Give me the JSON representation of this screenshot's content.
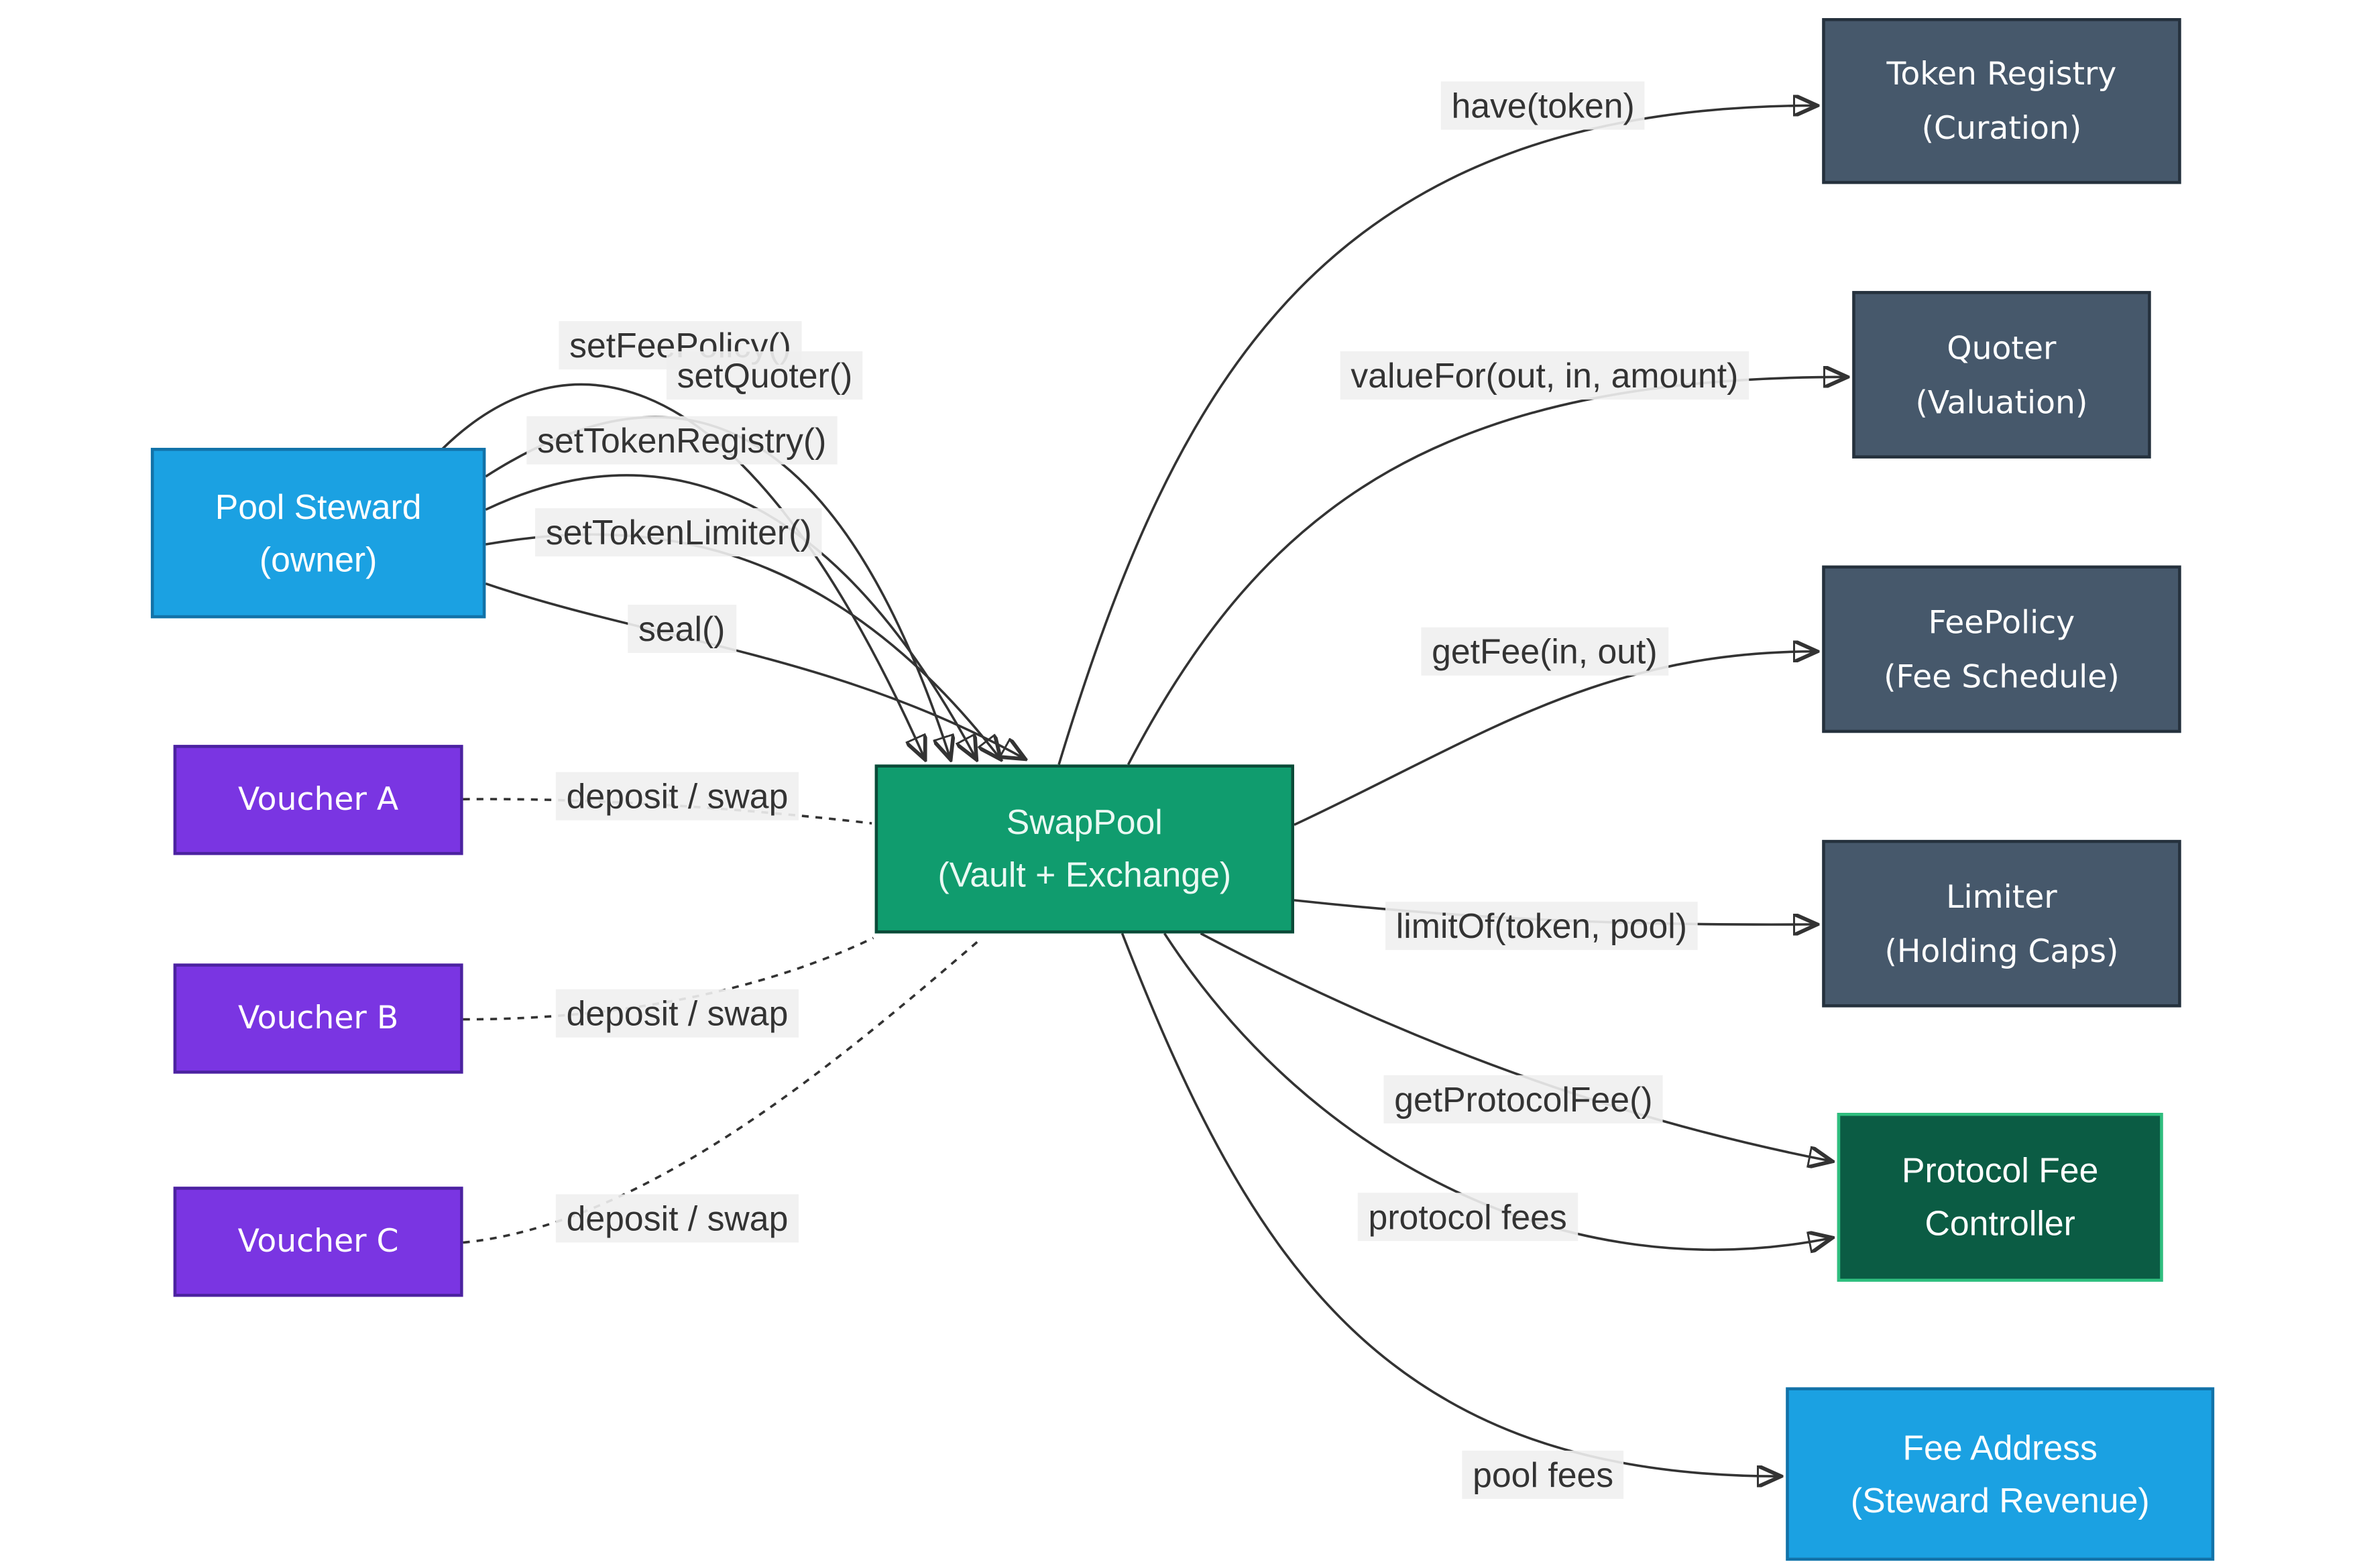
{
  "diagram_type": "architecture-flow-diagram",
  "colors": {
    "steward_blue": "#1BA1E2",
    "steward_border": "#1272A8",
    "voucher_purple": "#7A35E2",
    "voucher_border": "#4B22A0",
    "swap_green": "#109C6E",
    "swap_border": "#0B4A38",
    "module_slate": "#46586B",
    "module_border": "#25313D",
    "controller_fill": "#0B5C44",
    "controller_border": "#2FBF7F",
    "fee_address_blue": "#1BA1E2",
    "edge": "#333333",
    "label_bg": "rgba(239,239,239,0.9)",
    "label_text": "#333333",
    "node_text": "#FFFFFF",
    "background": "#FFFFFF"
  },
  "nodes": {
    "pool_steward": {
      "title": "Pool Steward",
      "subtitle": "(owner)"
    },
    "voucher_a": {
      "title": "Voucher A"
    },
    "voucher_b": {
      "title": "Voucher B"
    },
    "voucher_c": {
      "title": "Voucher C"
    },
    "swap_pool": {
      "title": "SwapPool",
      "subtitle": "(Vault + Exchange)"
    },
    "token_registry": {
      "title": "Token Registry",
      "subtitle": "(Curation)"
    },
    "quoter": {
      "title": "Quoter",
      "subtitle": "(Valuation)"
    },
    "fee_policy": {
      "title": "FeePolicy",
      "subtitle": "(Fee Schedule)"
    },
    "limiter": {
      "title": "Limiter",
      "subtitle": "(Holding Caps)"
    },
    "protocol_fee_controller": {
      "title": "Protocol Fee Controller"
    },
    "fee_address": {
      "title": "Fee Address",
      "subtitle": "(Steward Revenue)"
    }
  },
  "edges": [
    {
      "from": "pool_steward",
      "to": "swap_pool",
      "label": "setFeePolicy()",
      "style": "solid-arrow"
    },
    {
      "from": "pool_steward",
      "to": "swap_pool",
      "label": "setQuoter()",
      "style": "solid-arrow"
    },
    {
      "from": "pool_steward",
      "to": "swap_pool",
      "label": "setTokenRegistry()",
      "style": "solid-arrow"
    },
    {
      "from": "pool_steward",
      "to": "swap_pool",
      "label": "setTokenLimiter()",
      "style": "solid-arrow"
    },
    {
      "from": "pool_steward",
      "to": "swap_pool",
      "label": "seal()",
      "style": "solid-arrow"
    },
    {
      "from": "voucher_a",
      "to": "swap_pool",
      "label": "deposit / swap",
      "style": "dashed"
    },
    {
      "from": "voucher_b",
      "to": "swap_pool",
      "label": "deposit / swap",
      "style": "dashed"
    },
    {
      "from": "voucher_c",
      "to": "swap_pool",
      "label": "deposit / swap",
      "style": "dashed"
    },
    {
      "from": "swap_pool",
      "to": "token_registry",
      "label": "have(token)",
      "style": "solid-arrow"
    },
    {
      "from": "swap_pool",
      "to": "quoter",
      "label": "valueFor(out, in, amount)",
      "style": "solid-arrow"
    },
    {
      "from": "swap_pool",
      "to": "fee_policy",
      "label": "getFee(in, out)",
      "style": "solid-arrow"
    },
    {
      "from": "swap_pool",
      "to": "limiter",
      "label": "limitOf(token, pool)",
      "style": "solid-arrow"
    },
    {
      "from": "swap_pool",
      "to": "protocol_fee_controller",
      "label": "getProtocolFee()",
      "style": "solid-arrow"
    },
    {
      "from": "swap_pool",
      "to": "protocol_fee_controller",
      "label": "protocol fees",
      "style": "solid-arrow"
    },
    {
      "from": "swap_pool",
      "to": "fee_address",
      "label": "pool fees",
      "style": "solid-arrow"
    }
  ]
}
